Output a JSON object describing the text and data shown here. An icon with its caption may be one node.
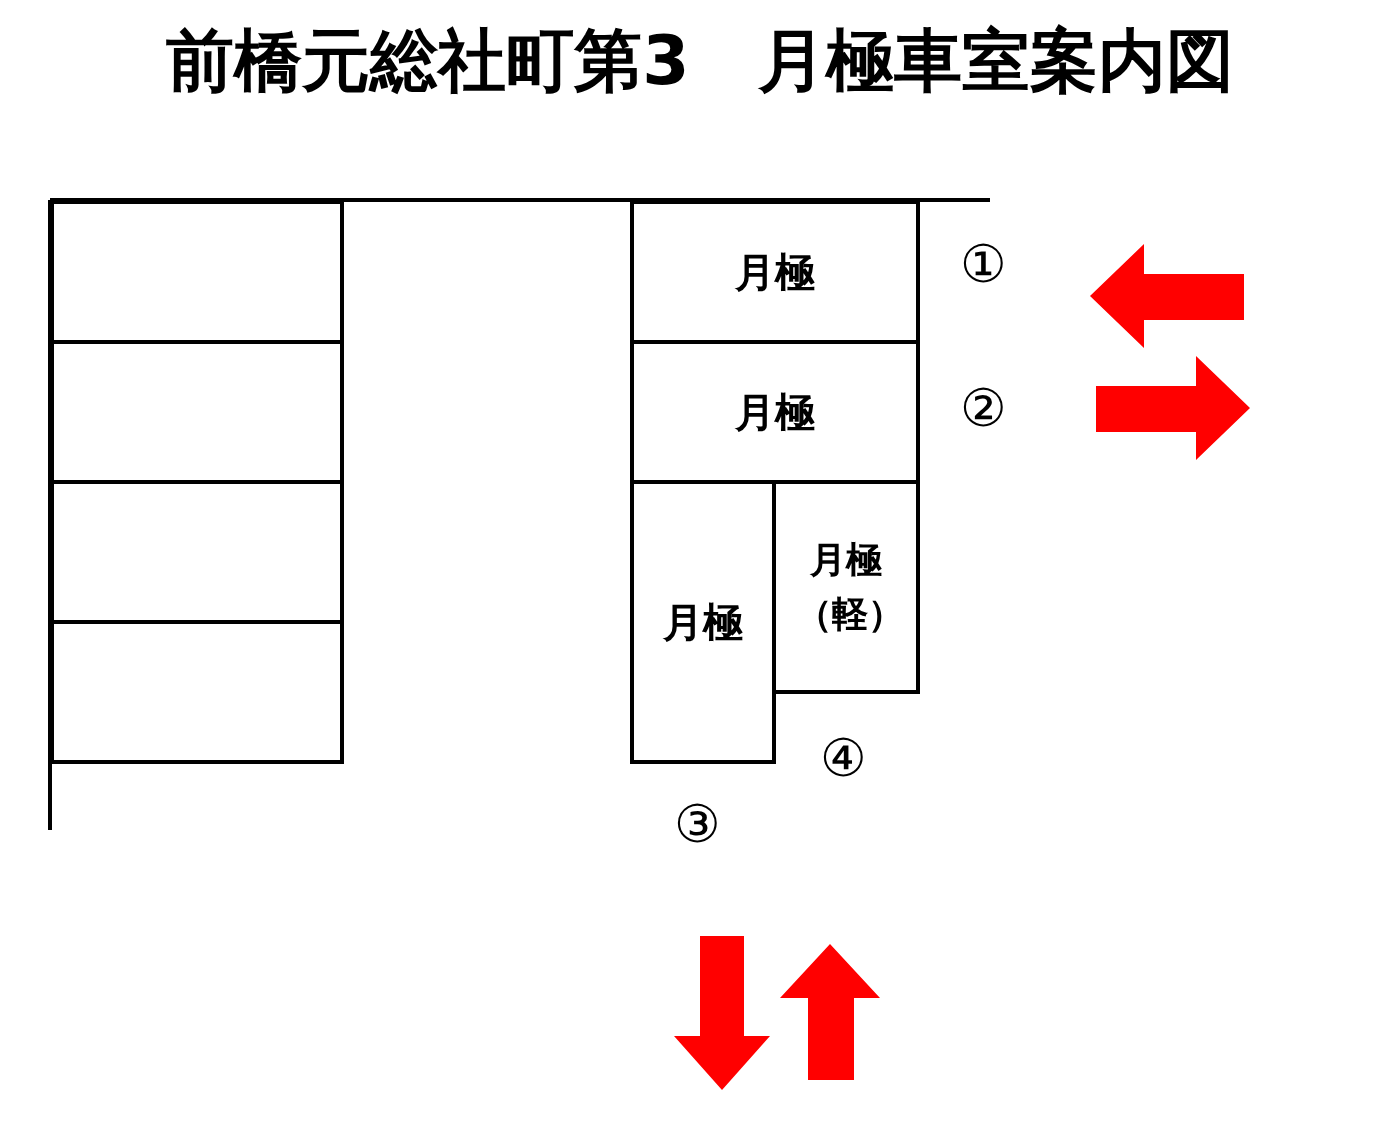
{
  "diagram": {
    "title": "前橋元総社町第3　月極車室案内図",
    "nodes": [
      {
        "text": [],
        "shape": "box"
      },
      {
        "text": [],
        "shape": "box"
      },
      {
        "text": [],
        "shape": "box"
      },
      {
        "text": [],
        "shape": "box"
      },
      {
        "text": [
          "月極"
        ]
      },
      {
        "text": [
          "月極"
        ]
      },
      {
        "text": [
          "月極"
        ]
      },
      {
        "text": [
          "月極（軽）"
        ]
      }
    ],
    "labels": [
      "①",
      "②",
      "④",
      "③"
    ]
  }
}
